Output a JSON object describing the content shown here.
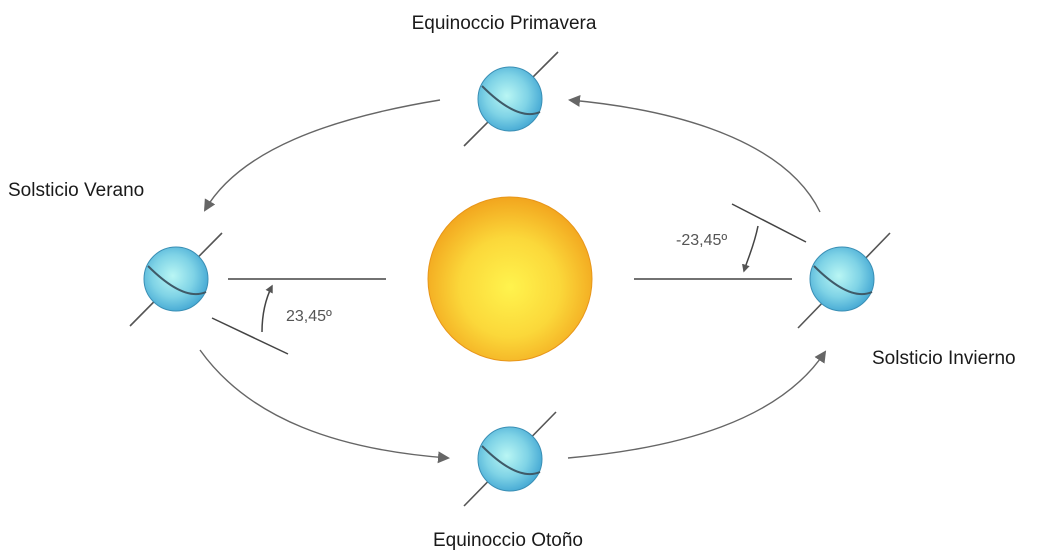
{
  "labels": {
    "spring": "Equinoccio Primavera",
    "summer": "Solsticio Verano",
    "winter": "Solsticio Invierno",
    "autumn": "Equinoccio Otoño"
  },
  "angles": {
    "positive": "23,45º",
    "negative": "-23,45º"
  },
  "colors": {
    "sun_outer": "#f2a51e",
    "sun_inner": "#fff04a",
    "planet_light": "#a9eef2",
    "planet_dark": "#4ab3d8",
    "line": "#555555"
  }
}
